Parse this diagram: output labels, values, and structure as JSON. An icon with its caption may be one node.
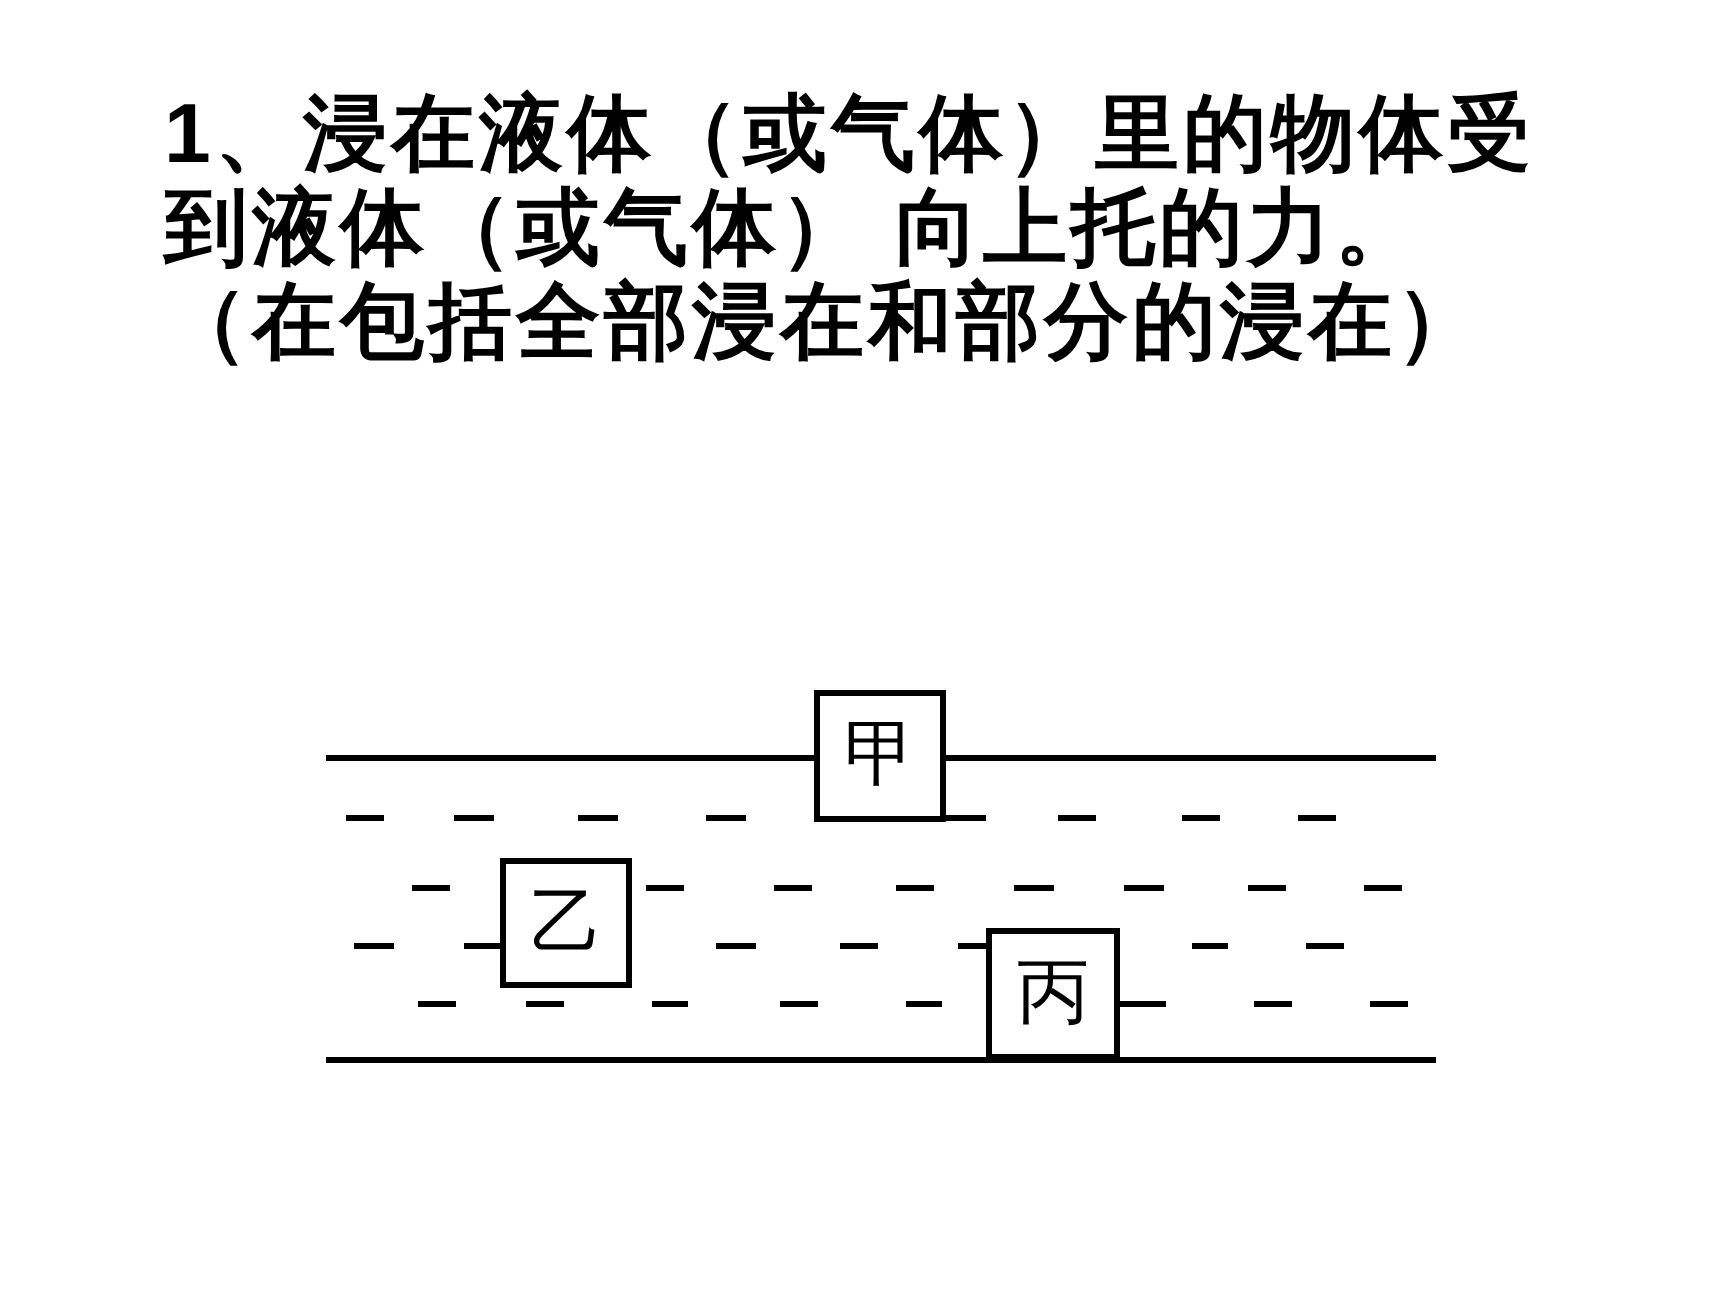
{
  "diagram": {
    "nodes": [
      {
        "text": [
          "甲"
        ]
      },
      {
        "text": [
          "乙"
        ]
      },
      {
        "text": [
          "丙"
        ]
      }
    ],
    "labels": [
      "1、浸在液体（或气体）里的物体受到液体（或气体） 向上托的力。",
      "（在包括全部浸在和部分的浸在）"
    ]
  }
}
